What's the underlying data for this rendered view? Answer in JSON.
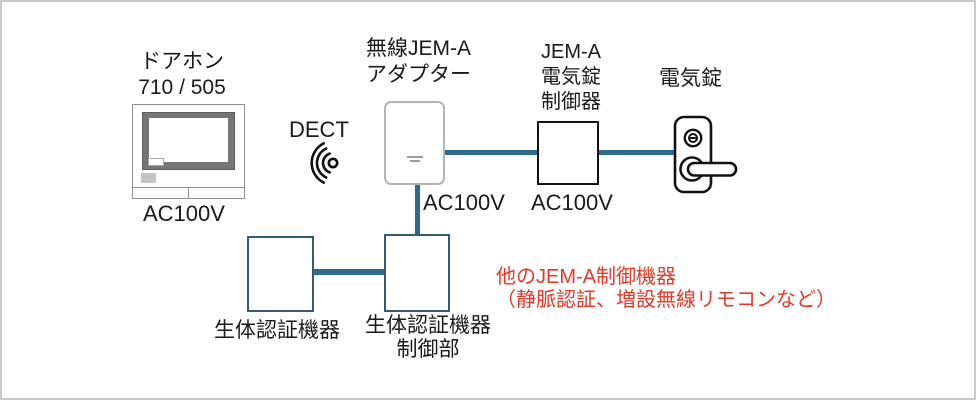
{
  "diagram": {
    "doorphone": {
      "name_line1": "ドアホン",
      "name_line2": "710 / 505",
      "power": "AC100V"
    },
    "dect": {
      "label": "DECT"
    },
    "adapter": {
      "name_line1": "無線JEM-A",
      "name_line2": "アダプター",
      "power": "AC100V"
    },
    "controller": {
      "name_line1": "JEM-A",
      "name_line2": "電気錠",
      "name_line3": "制御器",
      "power": "AC100V"
    },
    "lock": {
      "name": "電気錠"
    },
    "bio_device": {
      "name": "生体認証機器"
    },
    "bio_controller": {
      "name_line1": "生体認証機器",
      "name_line2": "制御部"
    },
    "note": {
      "line1": "他のJEM-A制御機器",
      "line2": "（静脈認証、増設無線リモコンなど）"
    }
  },
  "colors": {
    "connector": "#2e6a8d",
    "bio_box_border": "#355a72",
    "note_red": "#e03a2b",
    "frame_border": "#c9c9c9",
    "bezel_gray": "#767676"
  }
}
